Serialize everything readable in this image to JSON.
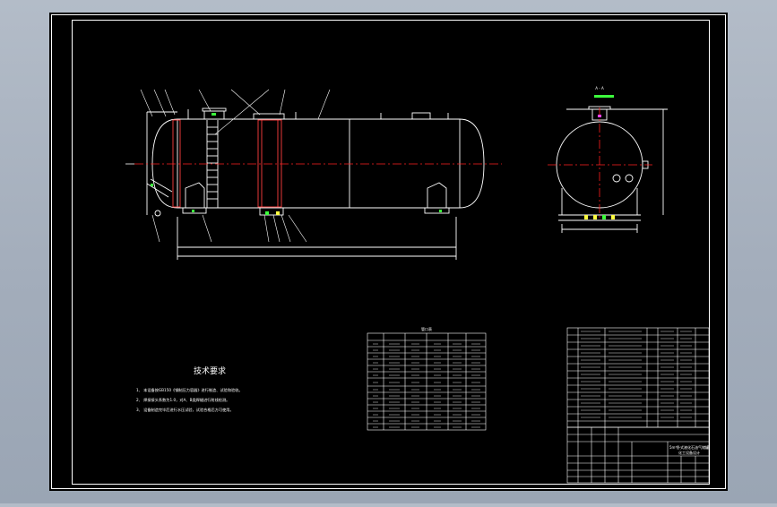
{
  "drawing": {
    "colors": {
      "background": "#000000",
      "frame": "#ffffff",
      "centerline": "#ff2020",
      "dimension": "#ffffff",
      "accent_green": "#3cff3c",
      "accent_yellow": "#ffff40",
      "accent_magenta": "#ff40ff",
      "window_bg": "#a3adbb"
    },
    "tech_requirements": {
      "title": "技术要求",
      "items": [
        "1、 本设备按GB150《钢制压力容器》进行制造、试验和验收。",
        "2、 焊接接头系数为1.0，对A、B类焊缝进行射线检测。",
        "3、 设备制造完毕后进行水压试验，试验合格后方可使用。"
      ]
    },
    "nozzle_table": {
      "title": "管口表",
      "rows": 13
    },
    "title_block": {
      "title_line1": "5m³卧式液化石油气储罐",
      "title_line2": "化工设备设计"
    },
    "side_view_label": "A - A"
  }
}
